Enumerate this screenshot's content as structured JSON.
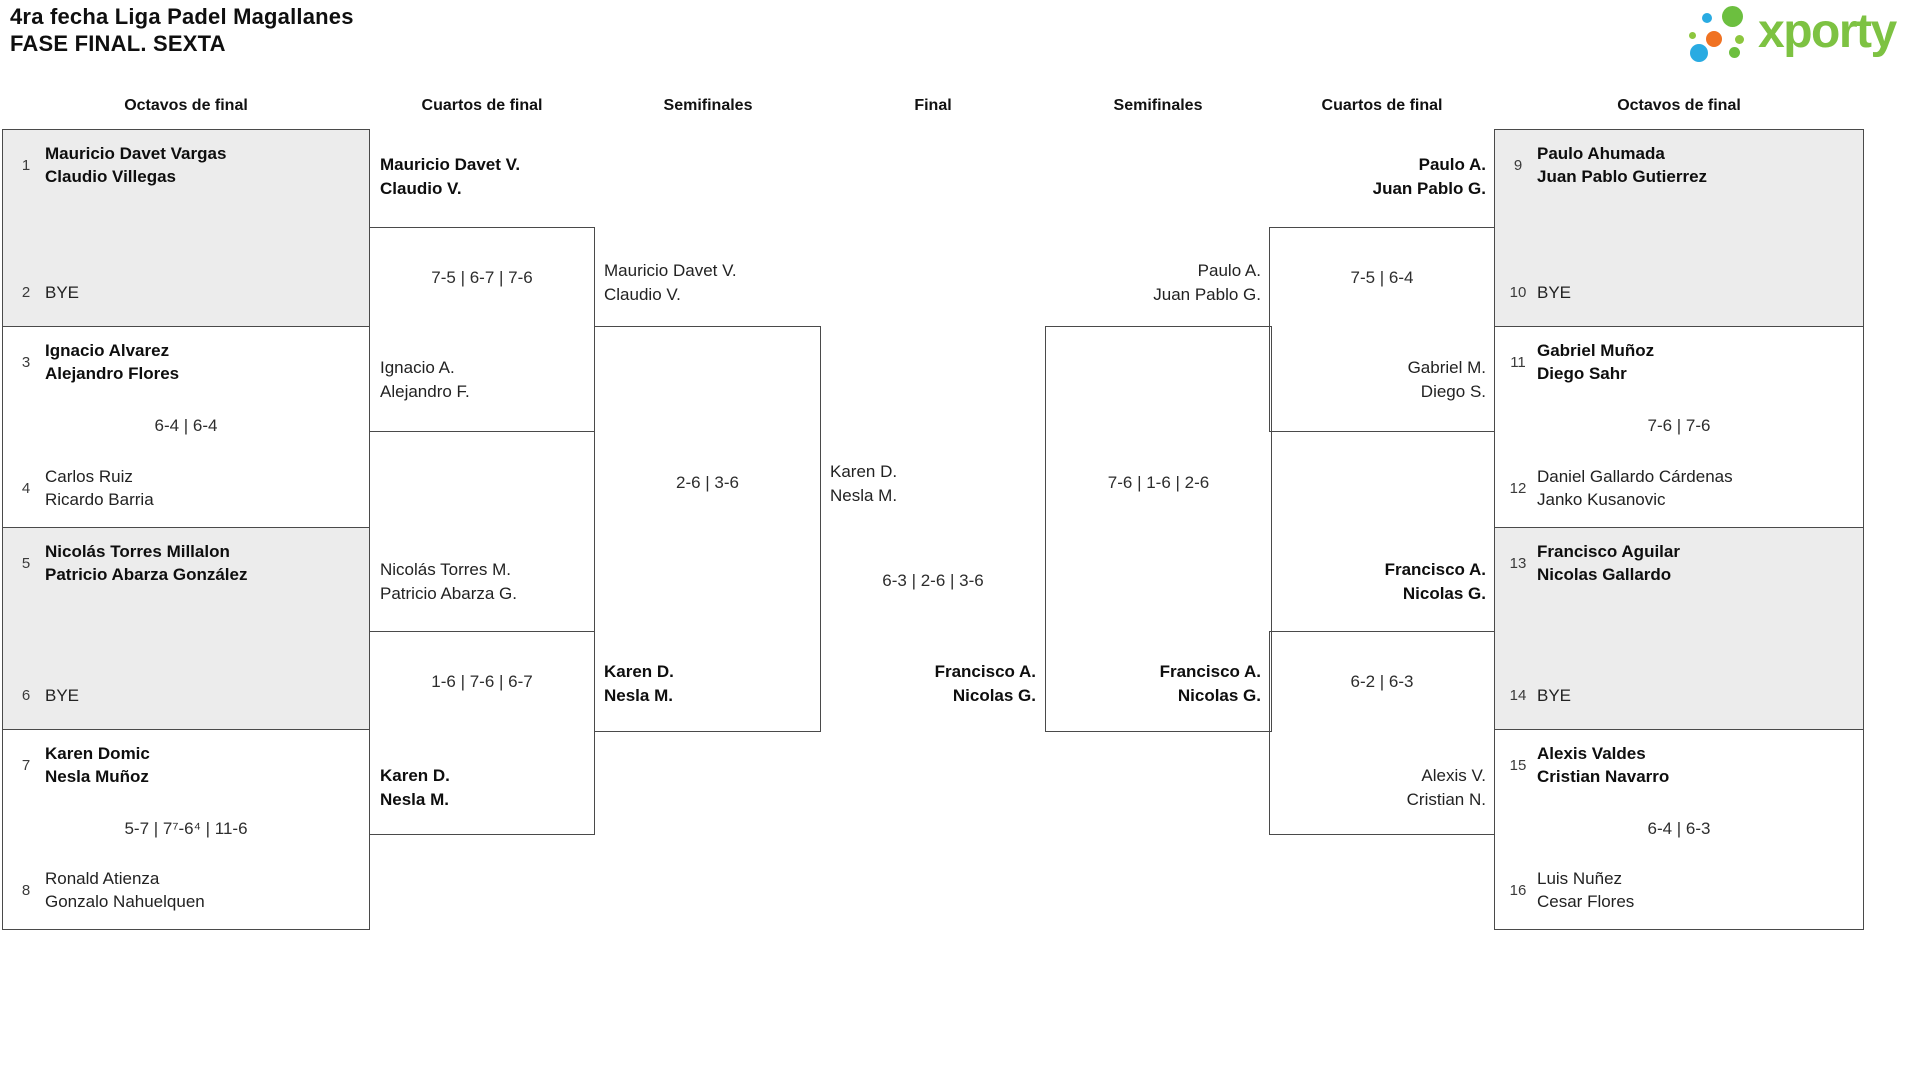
{
  "title": {
    "line1": "4ra fecha Liga Padel Magallanes",
    "line2": "FASE FINAL. SEXTA"
  },
  "logo": {
    "text": "xporty"
  },
  "colors": {
    "accent_green": "#7dc242",
    "dot_blue": "#29abe2",
    "dot_orange": "#f07222",
    "gray_box": "#ececec",
    "line": "#4a4a4a"
  },
  "round_headers": [
    "Octavos de final",
    "Cuartos de final",
    "Semifinales",
    "Final",
    "Semifinales",
    "Cuartos de final",
    "Octavos de final"
  ],
  "r16_left": [
    {
      "top": {
        "seed": "1",
        "name1": "Mauricio Davet Vargas",
        "name2": "Claudio Villegas"
      },
      "bottom": {
        "seed": "2",
        "name1": "BYE"
      },
      "score": ""
    },
    {
      "top": {
        "seed": "3",
        "name1": "Ignacio Alvarez",
        "name2": "Alejandro Flores"
      },
      "bottom": {
        "seed": "4",
        "name1": "Carlos Ruiz",
        "name2": "Ricardo Barria"
      },
      "score": "6-4 | 6-4"
    },
    {
      "top": {
        "seed": "5",
        "name1": "Nicolás Torres Millalon",
        "name2": "Patricio Abarza González"
      },
      "bottom": {
        "seed": "6",
        "name1": "BYE"
      },
      "score": ""
    },
    {
      "top": {
        "seed": "7",
        "name1": "Karen Domic",
        "name2": "Nesla Muñoz"
      },
      "bottom": {
        "seed": "8",
        "name1": "Ronald Atienza",
        "name2": "Gonzalo Nahuelquen"
      },
      "score": "5-7 | 7⁷-6⁴ | 11-6"
    }
  ],
  "r16_right": [
    {
      "top": {
        "seed": "9",
        "name1": "Paulo Ahumada",
        "name2": "Juan Pablo Gutierrez"
      },
      "bottom": {
        "seed": "10",
        "name1": "BYE"
      },
      "score": ""
    },
    {
      "top": {
        "seed": "11",
        "name1": "Gabriel Muñoz",
        "name2": "Diego Sahr"
      },
      "bottom": {
        "seed": "12",
        "name1": "Daniel Gallardo Cárdenas",
        "name2": "Janko Kusanovic"
      },
      "score": "7-6 | 7-6"
    },
    {
      "top": {
        "seed": "13",
        "name1": "Francisco Aguilar",
        "name2": "Nicolas Gallardo"
      },
      "bottom": {
        "seed": "14",
        "name1": "BYE"
      },
      "score": ""
    },
    {
      "top": {
        "seed": "15",
        "name1": "Alexis Valdes",
        "name2": "Cristian Navarro"
      },
      "bottom": {
        "seed": "16",
        "name1": "Luis Nuñez",
        "name2": "Cesar Flores"
      },
      "score": "6-4 | 6-3"
    }
  ],
  "qf_left": [
    {
      "top_name1": "Mauricio Davet V.",
      "top_name2": "Claudio V.",
      "score": "7-5 | 6-7 | 7-6",
      "bottom_name1": "Ignacio A.",
      "bottom_name2": "Alejandro F."
    },
    {
      "top_name1": "Nicolás Torres M.",
      "top_name2": "Patricio Abarza G.",
      "score": "1-6 | 7-6 | 6-7",
      "bottom_name1": "Karen D.",
      "bottom_name2": "Nesla M."
    }
  ],
  "qf_right": [
    {
      "top_name1": "Paulo A.",
      "top_name2": "Juan Pablo G.",
      "score": "7-5 | 6-4",
      "bottom_name1": "Gabriel M.",
      "bottom_name2": "Diego S."
    },
    {
      "top_name1": "Francisco A.",
      "top_name2": "Nicolas G.",
      "score": "6-2 | 6-3",
      "bottom_name1": "Alexis V.",
      "bottom_name2": "Cristian N."
    }
  ],
  "sf_left": {
    "top_name1": "Mauricio Davet V.",
    "top_name2": "Claudio V.",
    "score": "2-6 | 3-6",
    "bottom_name1": "Karen D.",
    "bottom_name2": "Nesla M."
  },
  "sf_right": {
    "top_name1": "Paulo A.",
    "top_name2": "Juan Pablo G.",
    "score": "7-6 | 1-6 | 2-6",
    "bottom_name1": "Francisco A.",
    "bottom_name2": "Nicolas G."
  },
  "final": {
    "left_name1": "Karen D.",
    "left_name2": "Nesla M.",
    "score": "6-3 | 2-6 | 3-6",
    "right_name1": "Francisco A.",
    "right_name2": "Nicolas G."
  }
}
